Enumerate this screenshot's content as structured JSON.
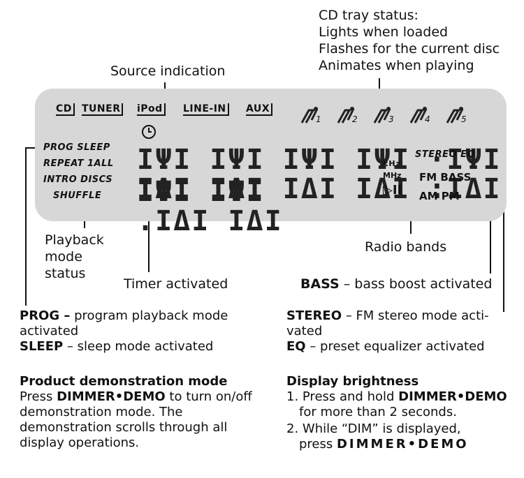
{
  "callouts": {
    "cd_tray": [
      "CD tray status:",
      "Lights when loaded",
      "Flashes for the current disc",
      "Animates when playing"
    ],
    "source": "Source indication",
    "playback": [
      "Playback",
      "mode",
      "status"
    ],
    "timer": "Timer activated",
    "radio": "Radio bands",
    "bass_term": "BASS",
    "bass_desc": " – bass boost activated"
  },
  "display": {
    "sources": [
      "CD",
      "TUNER",
      "iPod",
      "LINE-IN",
      "AUX"
    ],
    "discs": [
      "1",
      "2",
      "3",
      "4",
      "5"
    ],
    "modes": [
      "PROG SLEEP",
      "REPEAT 1ALL",
      "INTRO DISCS",
      "SHUFFLE"
    ],
    "row1": "ΙΨΙ ΙΨΙ ΙΨΙ ΙΨΙ ·ΙΨΙ ΙΨΙ ΙΨΙ",
    "row2": "ΙΔΙ ΙΔΙ ΙΔΙ ΙΔΙ :ΙΔΙ .ΙΔΙ ΙΔΙ",
    "khz": "kHz",
    "mhz": "MHz",
    "play": "▷II",
    "stereo_eq": "STEREO EQ",
    "fm_bass": "FM BASS",
    "ampm": "AM PM"
  },
  "notes": {
    "prog_term": "PROG –",
    "prog_desc": " program playback mode activated",
    "sleep_term": "SLEEP",
    "sleep_desc": " – sleep mode activated",
    "stereo_term": "STEREO",
    "stereo_desc": " – FM stereo mode acti-vated",
    "eq_term": "EQ",
    "eq_desc": " – preset equalizer activated"
  },
  "demo": {
    "heading": "Product demonstration mode",
    "text_a": "Press ",
    "key": "DIMMER•DEMO",
    "text_b": " to turn on/off demonstration mode. The demonstration scrolls through all display operations."
  },
  "brightness": {
    "heading": "Display brightness",
    "step1_a": "1. Press and hold ",
    "step1_key": "DIMMER•DEMO",
    "step1_b": "for more than 2 seconds.",
    "step2_a": "2. While “DIM” is displayed,",
    "step2_b": "press ",
    "step2_key": "DIMMER•DEMO"
  }
}
